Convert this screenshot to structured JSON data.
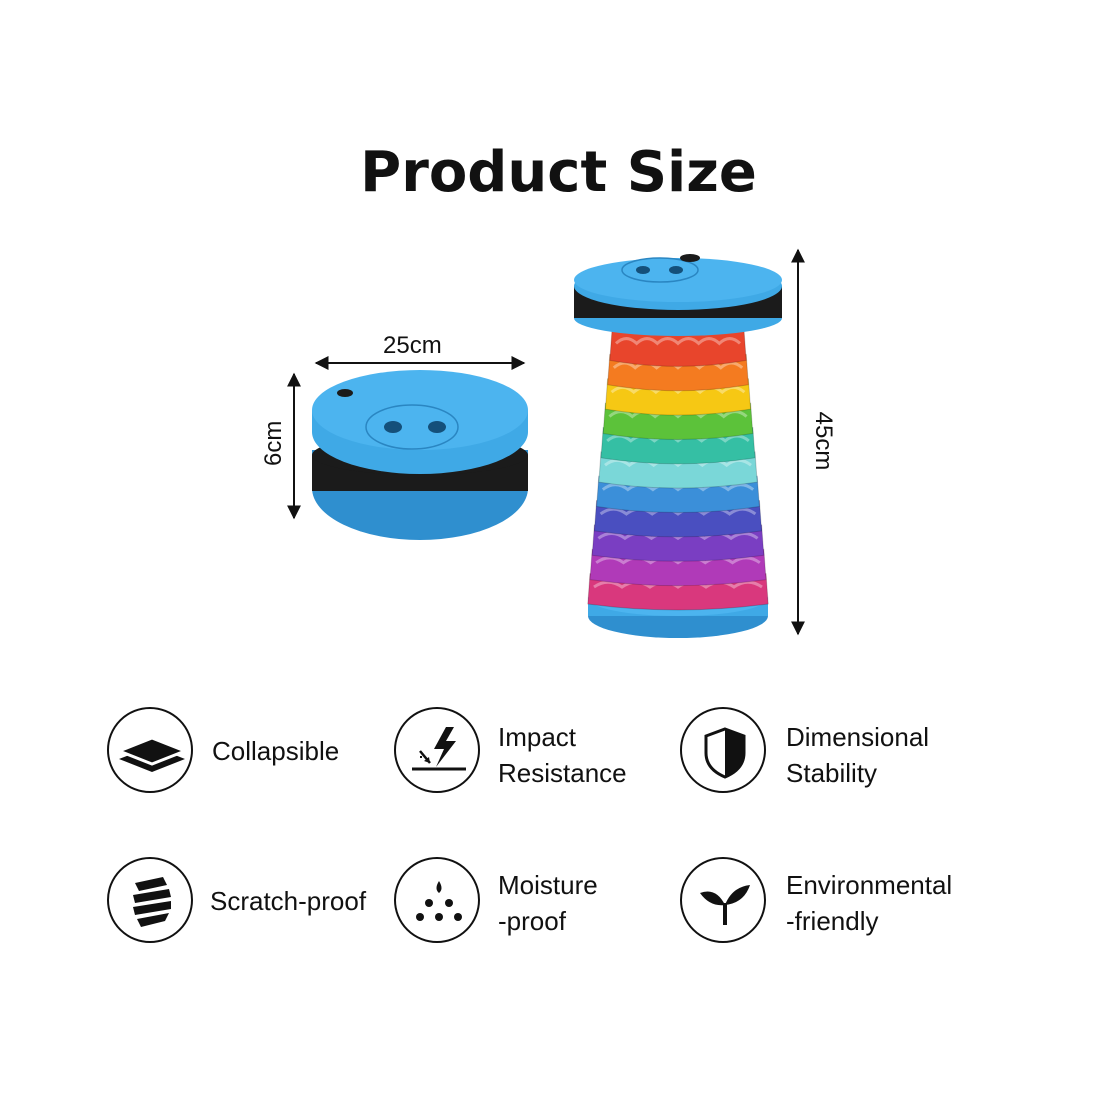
{
  "title": "Product Size",
  "dimensions": {
    "width": "25cm",
    "folded_height": "6cm",
    "extended_height": "45cm"
  },
  "colors": {
    "seat_blue": "#3fa9e6",
    "band_black": "#1b1b1b",
    "rainbow": [
      "#e8452c",
      "#f47b20",
      "#f6c814",
      "#5cc23a",
      "#35bfa4",
      "#7ad7d8",
      "#3b8fd9",
      "#4a4fc0",
      "#7a3ec2",
      "#b03ab8",
      "#d9387d"
    ]
  },
  "features": [
    {
      "line1": "Collapsible",
      "line2": "",
      "icon": "layers-icon"
    },
    {
      "line1": "Impact",
      "line2": "Resistance",
      "icon": "lightning-impact-icon"
    },
    {
      "line1": "Dimensional",
      "line2": "Stability",
      "icon": "shield-icon"
    },
    {
      "line1": "Scratch-proof",
      "line2": "",
      "icon": "stripes-icon"
    },
    {
      "line1": "Moisture",
      "line2": "-proof",
      "icon": "droplets-icon"
    },
    {
      "line1": "Environmental",
      "line2": "-friendly",
      "icon": "sprout-icon"
    }
  ]
}
